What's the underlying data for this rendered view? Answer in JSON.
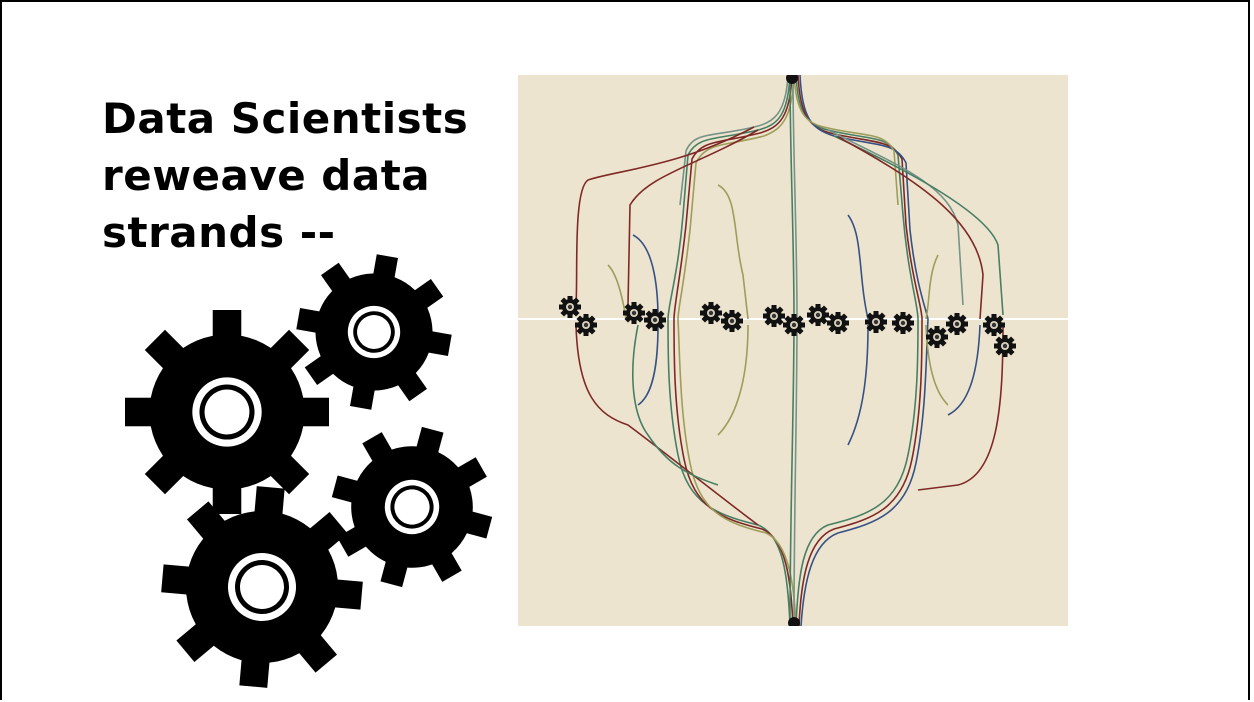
{
  "slide": {
    "title_lines": [
      "Data Scientists",
      "reweave data",
      "strands --"
    ]
  },
  "illustration": {
    "gears_icon": "gears-cluster-icon",
    "weave_image": "data-strands-weave-illustration",
    "background_color": "#ede4cf",
    "strand_colors": [
      "#7a1f1f",
      "#3f7a5e",
      "#2d4a80",
      "#9a9a55",
      "#6f8f83"
    ]
  }
}
